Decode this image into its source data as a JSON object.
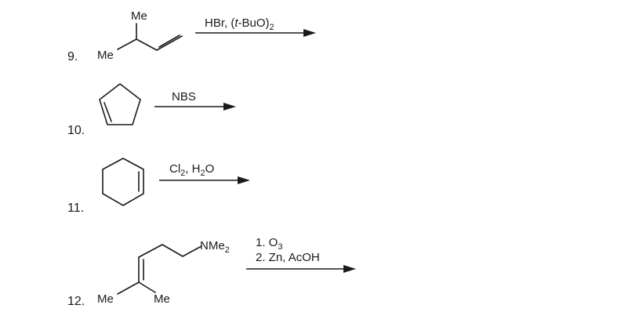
{
  "problems": [
    {
      "number": "9.",
      "labels": {
        "me_top": "Me",
        "me_left": "Me"
      },
      "reagents": {
        "line1": {
          "a": "HBr, (",
          "b": "t",
          "c": "-BuO)",
          "d": "2"
        }
      }
    },
    {
      "number": "10.",
      "reagents": {
        "line1": "NBS"
      }
    },
    {
      "number": "11.",
      "reagents": {
        "line1": {
          "a": "Cl",
          "b": "2",
          "c": ", H",
          "d": "2",
          "e": "O"
        }
      }
    },
    {
      "number": "12.",
      "labels": {
        "nme": "NMe",
        "nme_sub": "2",
        "me_left": "Me",
        "me_right": "Me"
      },
      "reagents": {
        "line1": {
          "a": "1. O",
          "b": "3"
        },
        "line2": "2. Zn, AcOH"
      }
    }
  ],
  "colors": {
    "ink": "#1a1a1a",
    "background": "#ffffff"
  }
}
